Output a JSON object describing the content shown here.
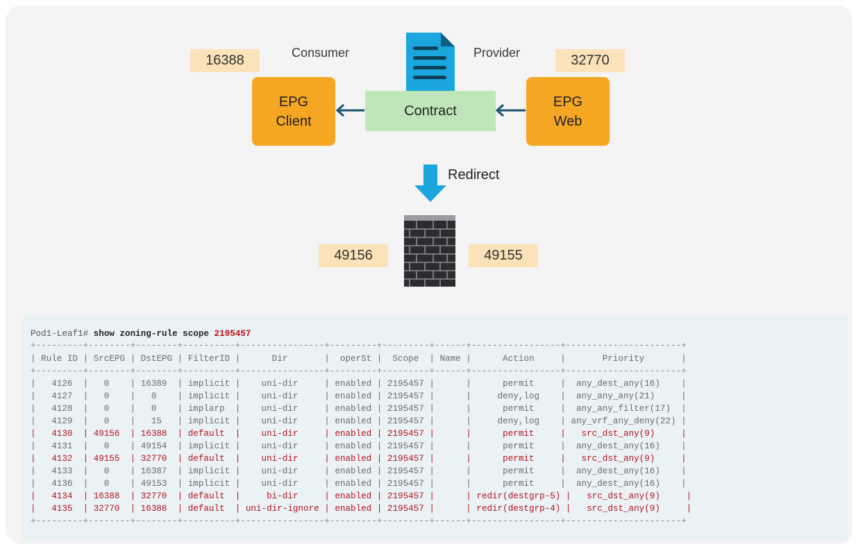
{
  "diagram": {
    "consumer_label": "Consumer",
    "provider_label": "Provider",
    "consumer_tag": "16388",
    "provider_tag": "32770",
    "epg_client_line1": "EPG",
    "epg_client_line2": "Client",
    "epg_web_line1": "EPG",
    "epg_web_line2": "Web",
    "contract_label": "Contract",
    "redirect_label": "Redirect",
    "firewall_left_tag": "49156",
    "firewall_right_tag": "49155",
    "colors": {
      "epg": "#f5a623",
      "contract": "#bfe6b8",
      "tag": "#fbe2b8",
      "arrow": "#1a4f6e",
      "redirect_arrow": "#1ba6dd",
      "document": "#1ba6dd"
    },
    "icons": [
      "document-icon",
      "firewall-icon",
      "arrow-left-icon",
      "arrow-down-icon"
    ]
  },
  "terminal": {
    "prompt": "Pod1-Leaf1# ",
    "command": "show zoning-rule scope ",
    "scope": "2195457",
    "border": "+---------+--------+--------+----------+----------------+---------+---------+------+-----------------+----------------------+",
    "header": "| Rule ID | SrcEPG | DstEPG | FilterID |      Dir       |  operSt |  Scope  | Name |      Action     |       Priority       |",
    "rows": [
      {
        "text": "|   4126  |   0    | 16389  | implicit |    uni-dir     | enabled | 2195457 |      |      permit     |  any_dest_any(16)    |",
        "highlight": false
      },
      {
        "text": "|   4127  |   0    |   0    | implicit |    uni-dir     | enabled | 2195457 |      |     deny,log    |  any_any_any(21)     |",
        "highlight": false
      },
      {
        "text": "|   4128  |   0    |   0    | implarp  |    uni-dir     | enabled | 2195457 |      |      permit     |  any_any_filter(17)  |",
        "highlight": false
      },
      {
        "text": "|   4129  |   0    |   15   | implicit |    uni-dir     | enabled | 2195457 |      |     deny,log    | any_vrf_any_deny(22) |",
        "highlight": false
      },
      {
        "text": "|   4130  | 49156  | 16388  | default  |    uni-dir     | enabled | 2195457 |      |      permit     |   src_dst_any(9)     |",
        "highlight": true
      },
      {
        "text": "|   4131  |   0    | 49154  | implicit |    uni-dir     | enabled | 2195457 |      |      permit     |  any_dest_any(16)    |",
        "highlight": false
      },
      {
        "text": "|   4132  | 49155  | 32770  | default  |    uni-dir     | enabled | 2195457 |      |      permit     |   src_dst_any(9)     |",
        "highlight": true
      },
      {
        "text": "|   4133  |   0    | 16387  | implicit |    uni-dir     | enabled | 2195457 |      |      permit     |  any_dest_any(16)    |",
        "highlight": false
      },
      {
        "text": "|   4136  |   0    | 49153  | implicit |    uni-dir     | enabled | 2195457 |      |      permit     |  any_dest_any(16)    |",
        "highlight": false
      },
      {
        "text": "|   4134  | 16388  | 32770  | default  |     bi-dir     | enabled | 2195457 |      | redir(destgrp-5) |   src_dst_any(9)     |",
        "highlight": true
      },
      {
        "text": "|   4135  | 32770  | 16388  | default  | uni-dir-ignore | enabled | 2195457 |      | redir(destgrp-4) |   src_dst_any(9)     |",
        "highlight": true
      }
    ]
  }
}
